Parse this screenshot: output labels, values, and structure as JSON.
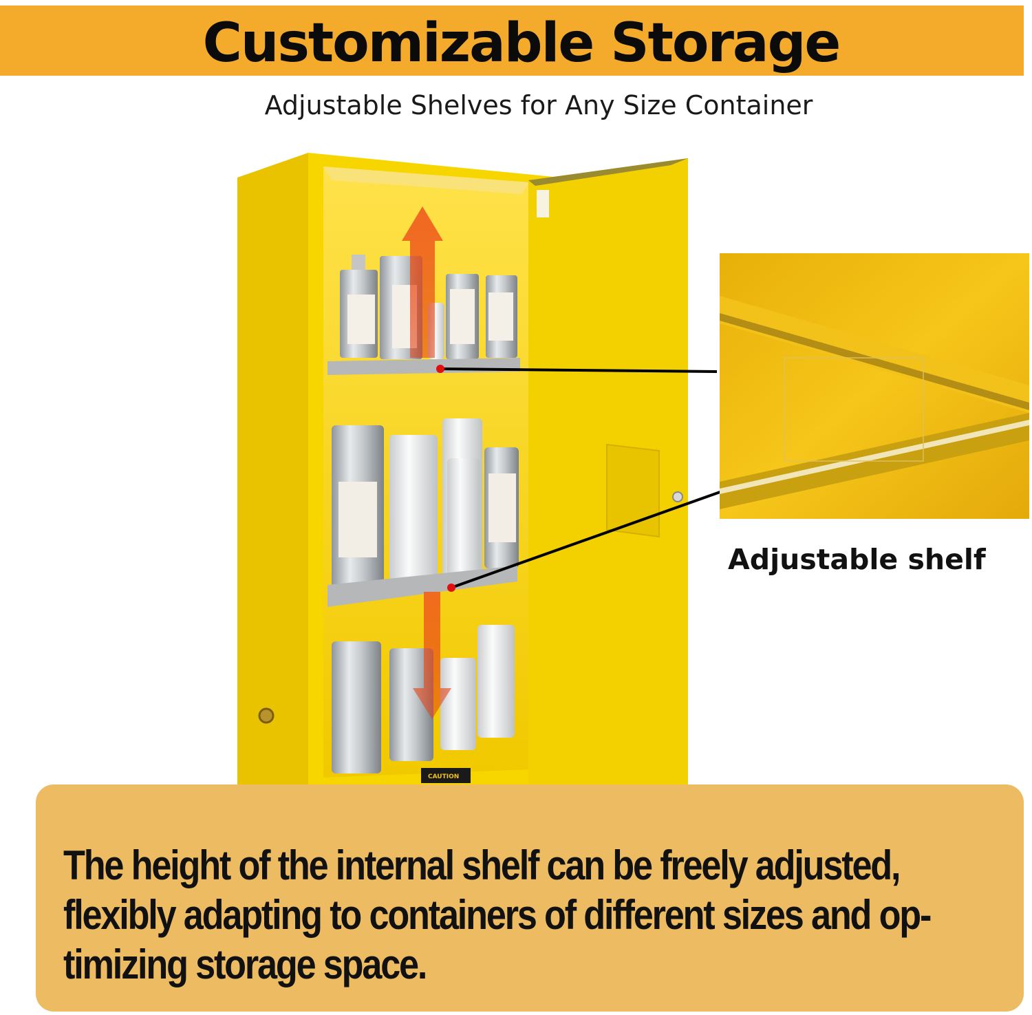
{
  "header": {
    "title": "Customizable Storage",
    "subtitle": "Adjustable Shelves for Any Size Container"
  },
  "detail": {
    "label": "Adjustable shelf"
  },
  "cabinet": {
    "caution_label": "CAUTION"
  },
  "description": {
    "lines": [
      "The height of the internal shelf can be freely adjusted,",
      "flexibly adapting to containers of different sizes and op-",
      "timizing storage space."
    ]
  },
  "colors": {
    "banner": "#f4ab2c",
    "cabinet_yellow": "#f5d200",
    "description_box": "#edbb62",
    "arrow_red": "#e8441a"
  }
}
